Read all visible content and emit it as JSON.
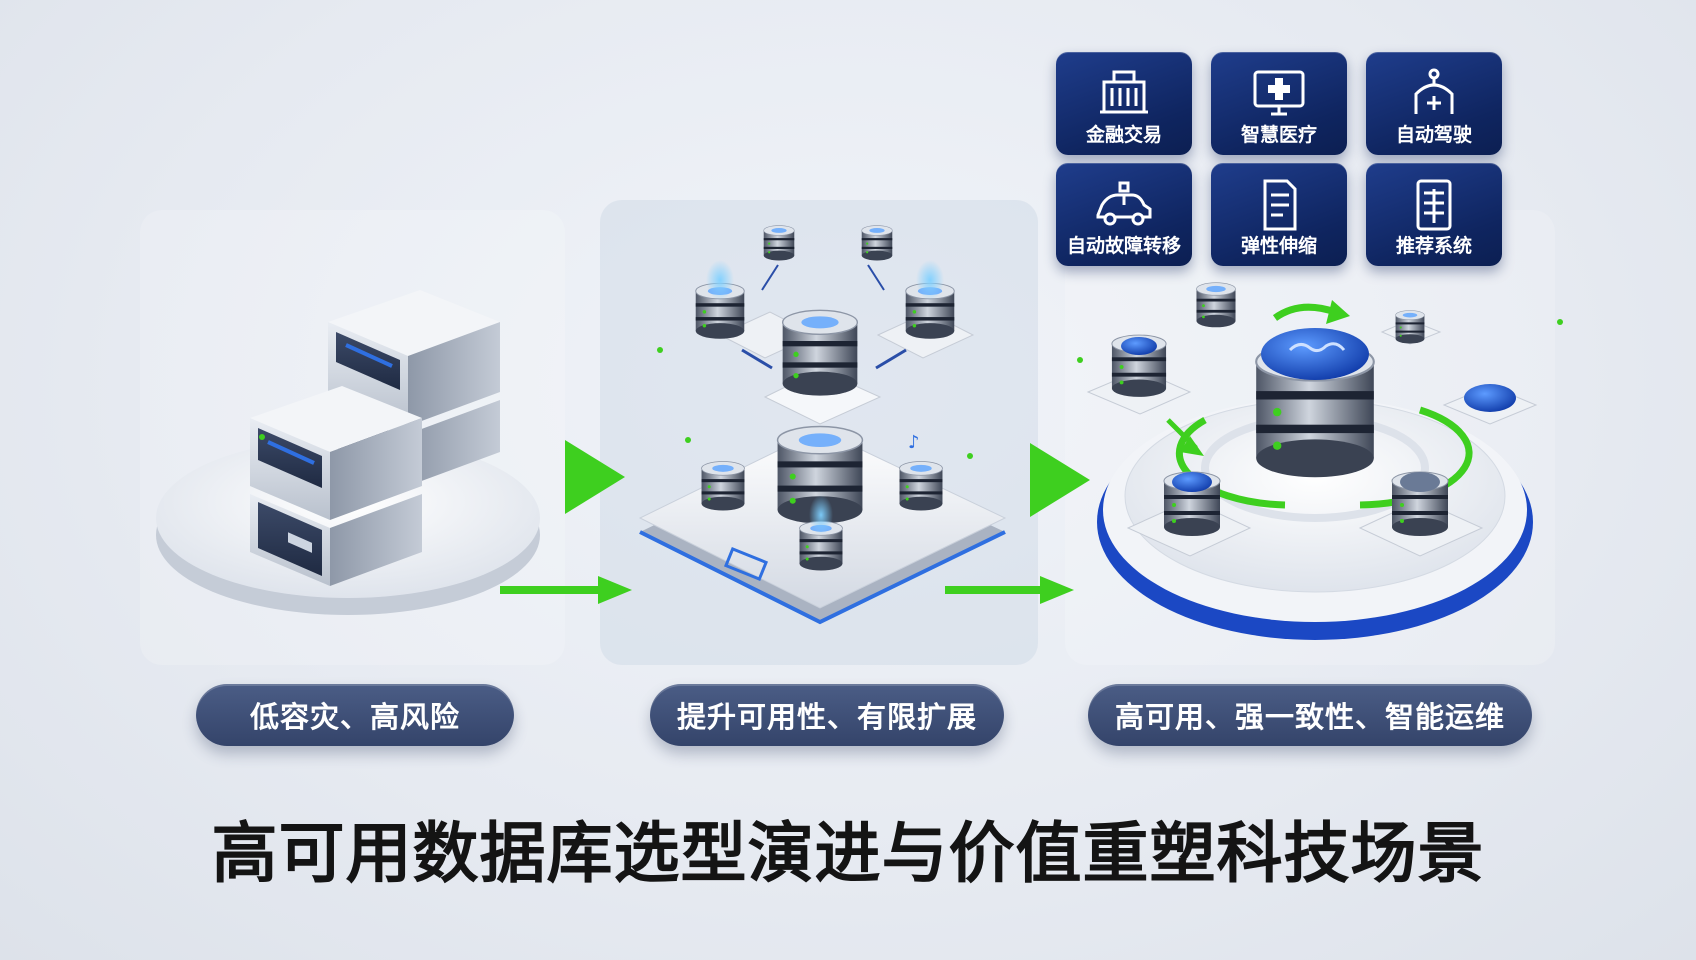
{
  "stages": [
    {
      "label": "低容灾、高风险"
    },
    {
      "label": "提升可用性、有限扩展"
    },
    {
      "label": "高可用、强一致性、智能运维"
    }
  ],
  "scenarios": [
    {
      "label": "金融交易",
      "icon": "bank-icon"
    },
    {
      "label": "智慧医疗",
      "icon": "medical-monitor-icon"
    },
    {
      "label": "自动驾驶",
      "icon": "robot-icon"
    },
    {
      "label": "自动故障转移",
      "icon": "car-icon"
    },
    {
      "label": "弹性伸缩",
      "icon": "document-icon"
    },
    {
      "label": "推荐系统",
      "icon": "report-icon"
    }
  ],
  "title": "高可用数据库选型演进与价值重塑科技场景",
  "colors": {
    "arrow_green": "#3ecf1f",
    "pill_bg": "#3d4d75",
    "tile_bg": "#17327a",
    "accent_blue": "#2f6fe0",
    "title_text": "#141414"
  }
}
